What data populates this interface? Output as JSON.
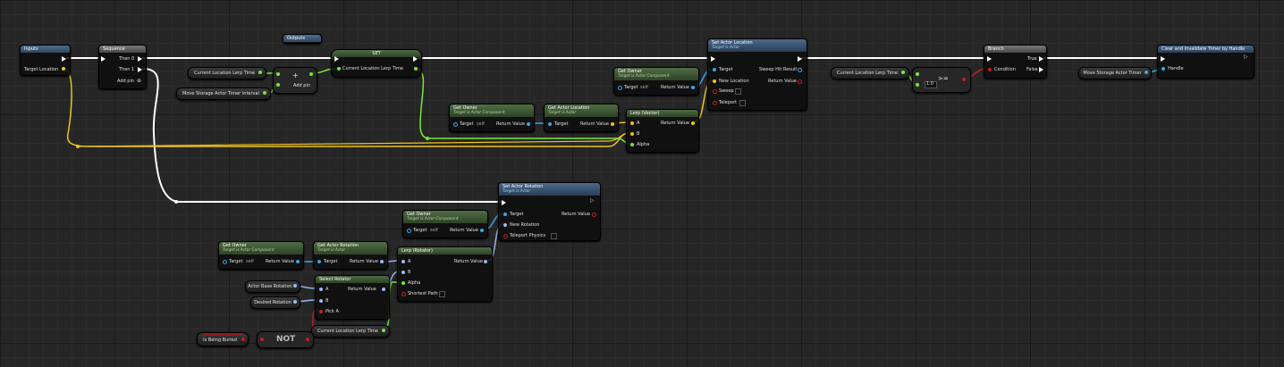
{
  "colors": {
    "exec": "#ffffff",
    "vector": "#f0c419",
    "object": "#3aa6e8",
    "float": "#7ae63c",
    "bool": "#8c1c1c",
    "rotator": "#9bb8f0",
    "struct": "#3aa6e8",
    "hitresult": "#3aa6e8"
  },
  "nodes": {
    "inputs": {
      "title": "Inputs",
      "target_location": "Target Location"
    },
    "outputs": {
      "title": "Outputs"
    },
    "sequence": {
      "title": "Sequence",
      "then0": "Then 0",
      "then1": "Then 1",
      "add_pin": "Add pin"
    },
    "set": {
      "title": "SET",
      "value": "Current Location Lerp Time"
    },
    "var_cllt1": {
      "label": "Current Location Lerp Time"
    },
    "var_msati": {
      "label": "Move Storage Actor Timer Interval"
    },
    "add": {
      "symbol": "+",
      "add_pin": "Add pin"
    },
    "get_owner1": {
      "title": "Get Owner",
      "subtitle": "Target is Actor Component",
      "target": "Target",
      "self": "self",
      "return": "Return Value"
    },
    "get_owner2": {
      "title": "Get Owner",
      "subtitle": "Target is Actor Component",
      "target": "Target",
      "self": "self",
      "return": "Return Value"
    },
    "get_actor_loc": {
      "title": "Get Actor Location",
      "subtitle": "Target is Actor",
      "target": "Target",
      "return": "Return Value"
    },
    "lerp_vec": {
      "title": "Lerp (Vector)",
      "a": "A",
      "b": "B",
      "alpha": "Alpha",
      "return": "Return Value"
    },
    "set_actor_loc": {
      "title": "Set Actor Location",
      "subtitle": "Target is Actor",
      "target": "Target",
      "new_location": "New Location",
      "sweep": "Sweep",
      "teleport": "Teleport",
      "sweep_hit": "Sweep Hit Result",
      "return": "Return Value"
    },
    "var_cllt2": {
      "label": "Current Location Lerp Time"
    },
    "gte": {
      "symbol": ">=",
      "value": "1.0"
    },
    "branch": {
      "title": "Branch",
      "condition": "Condition",
      "true": "True",
      "false": "False"
    },
    "clear_timer": {
      "title": "Clear and Invalidate Timer by Handle",
      "handle": "Handle"
    },
    "var_msat": {
      "label": "Move Storage Actor Timer"
    },
    "set_actor_rot": {
      "title": "Set Actor Rotation",
      "subtitle": "Target is Actor",
      "target": "Target",
      "new_rotation": "New Rotation",
      "teleport": "Teleport Physics",
      "return": "Return Value"
    },
    "get_owner3": {
      "title": "Get Owner",
      "subtitle": "Target is Actor Component",
      "target": "Target",
      "self": "self",
      "return": "Return Value"
    },
    "get_owner4": {
      "title": "Get Owner",
      "subtitle": "Target is Actor Component",
      "target": "Target",
      "self": "self",
      "return": "Return Value"
    },
    "get_actor_rot": {
      "title": "Get Actor Rotation",
      "subtitle": "Target is Actor",
      "target": "Target",
      "return": "Return Value"
    },
    "lerp_rot": {
      "title": "Lerp (Rotator)",
      "a": "A",
      "b": "B",
      "alpha": "Alpha",
      "shortest": "Shortest Path",
      "return": "Return Value"
    },
    "select_rot": {
      "title": "Select Rotator",
      "a": "A",
      "b": "B",
      "pick": "Pick A",
      "return": "Return Value"
    },
    "var_abr": {
      "label": "Actor Base Rotation"
    },
    "var_dr": {
      "label": "Desired Rotation"
    },
    "var_cllt3": {
      "label": "Current Location Lerp Time"
    },
    "var_ibb": {
      "label": "Is Being Buried"
    },
    "not": {
      "label": "NOT"
    }
  }
}
